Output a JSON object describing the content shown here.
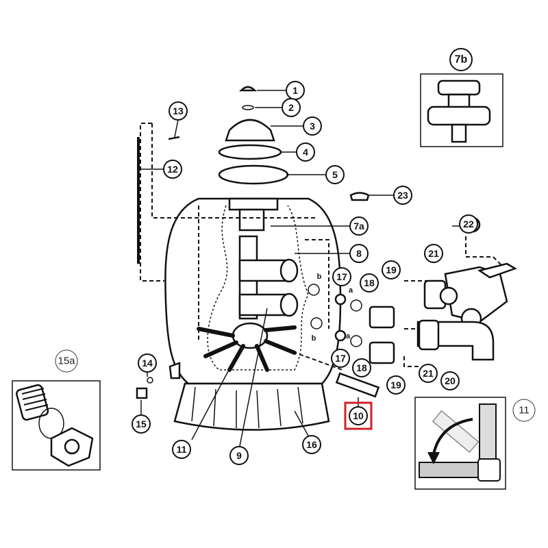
{
  "diagram": {
    "callouts": {
      "c1": "1",
      "c2": "2",
      "c3": "3",
      "c4": "4",
      "c5": "5",
      "c7a": "7a",
      "c7b": "7b",
      "c8": "8",
      "c9": "9",
      "c10": "10",
      "c11": "11",
      "c11_inset": "11",
      "c12": "12",
      "c13": "13",
      "c14": "14",
      "c15": "15",
      "c15a": "15a",
      "c16": "16",
      "c17_top": "17",
      "c17_bottom": "17",
      "c18_top": "18",
      "c18_bottom": "18",
      "c19_top": "19",
      "c19_bottom": "19",
      "c20": "20",
      "c21_top": "21",
      "c21_bottom": "21",
      "c22": "22",
      "c23": "23"
    },
    "sub_labels": {
      "a_top": "a",
      "b_top": "b",
      "a_bottom": "a",
      "b_bottom": "b"
    },
    "highlight_color": "#d0202a"
  }
}
